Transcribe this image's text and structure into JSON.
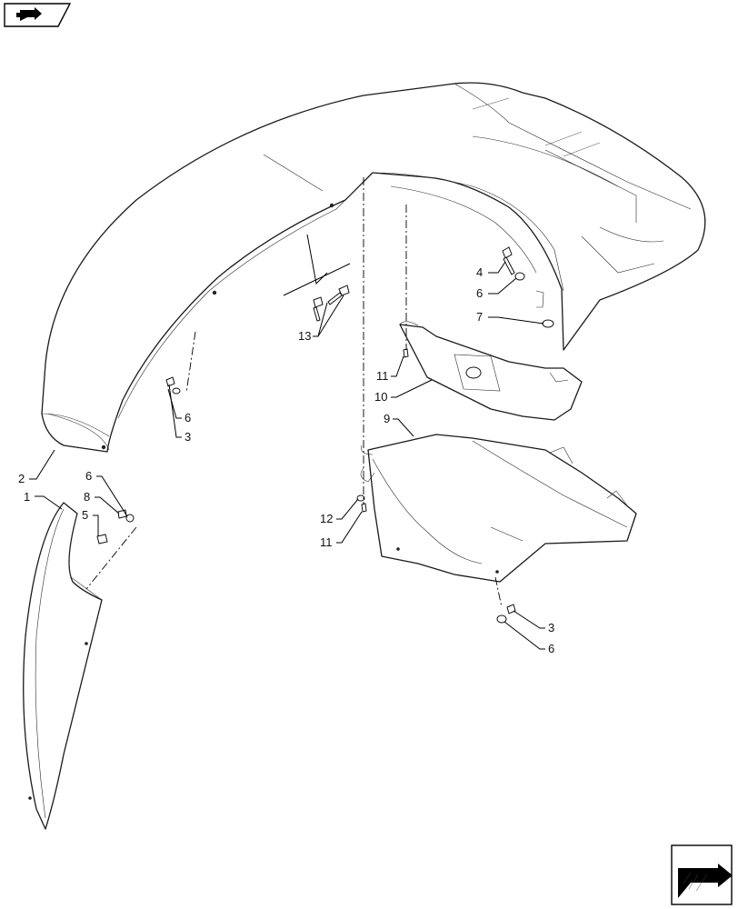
{
  "diagram": {
    "callouts": {
      "c1": "1",
      "c2": "2",
      "c3_left": "3",
      "c3_bottom": "3",
      "c4": "4",
      "c5": "5",
      "c6_top": "6",
      "c6_left": "6",
      "c6_mid": "6",
      "c6_bottom": "6",
      "c7": "7",
      "c8": "8",
      "c9": "9",
      "c10": "10",
      "c11_upper": "11",
      "c11_lower": "11",
      "c12": "12",
      "c13": "13"
    },
    "icons": {
      "top_left": "book-arrow-icon",
      "bottom_right": "next-page-arrow-icon"
    }
  }
}
